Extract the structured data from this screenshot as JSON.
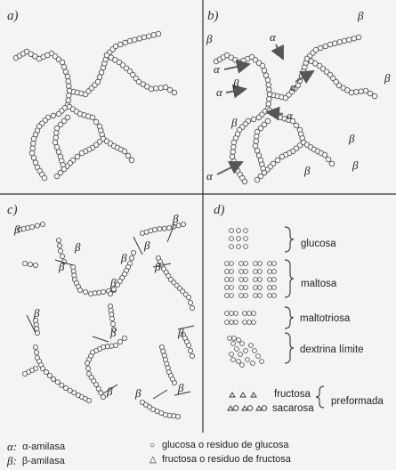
{
  "panels": {
    "a": "a)",
    "b": "b)",
    "c": "c)",
    "d": "d)"
  },
  "greek": {
    "alpha": "α",
    "beta": "β"
  },
  "products": {
    "glucosa": "glucosa",
    "maltosa": "maltosa",
    "maltotriosa": "maltotriosa",
    "dextrina": "dextrina límite",
    "fructosa": "fructosa",
    "sacarosa": "sacarosa",
    "preformada": "preformada"
  },
  "legend": {
    "alpha_sym": "α:",
    "alpha_text": "α-amilasa",
    "beta_sym": "β:",
    "beta_text": "β-amilasa",
    "glucose_text": "glucosa o residuo de glucosa",
    "fructose_text": "fructosa o residuo de fructosa"
  }
}
